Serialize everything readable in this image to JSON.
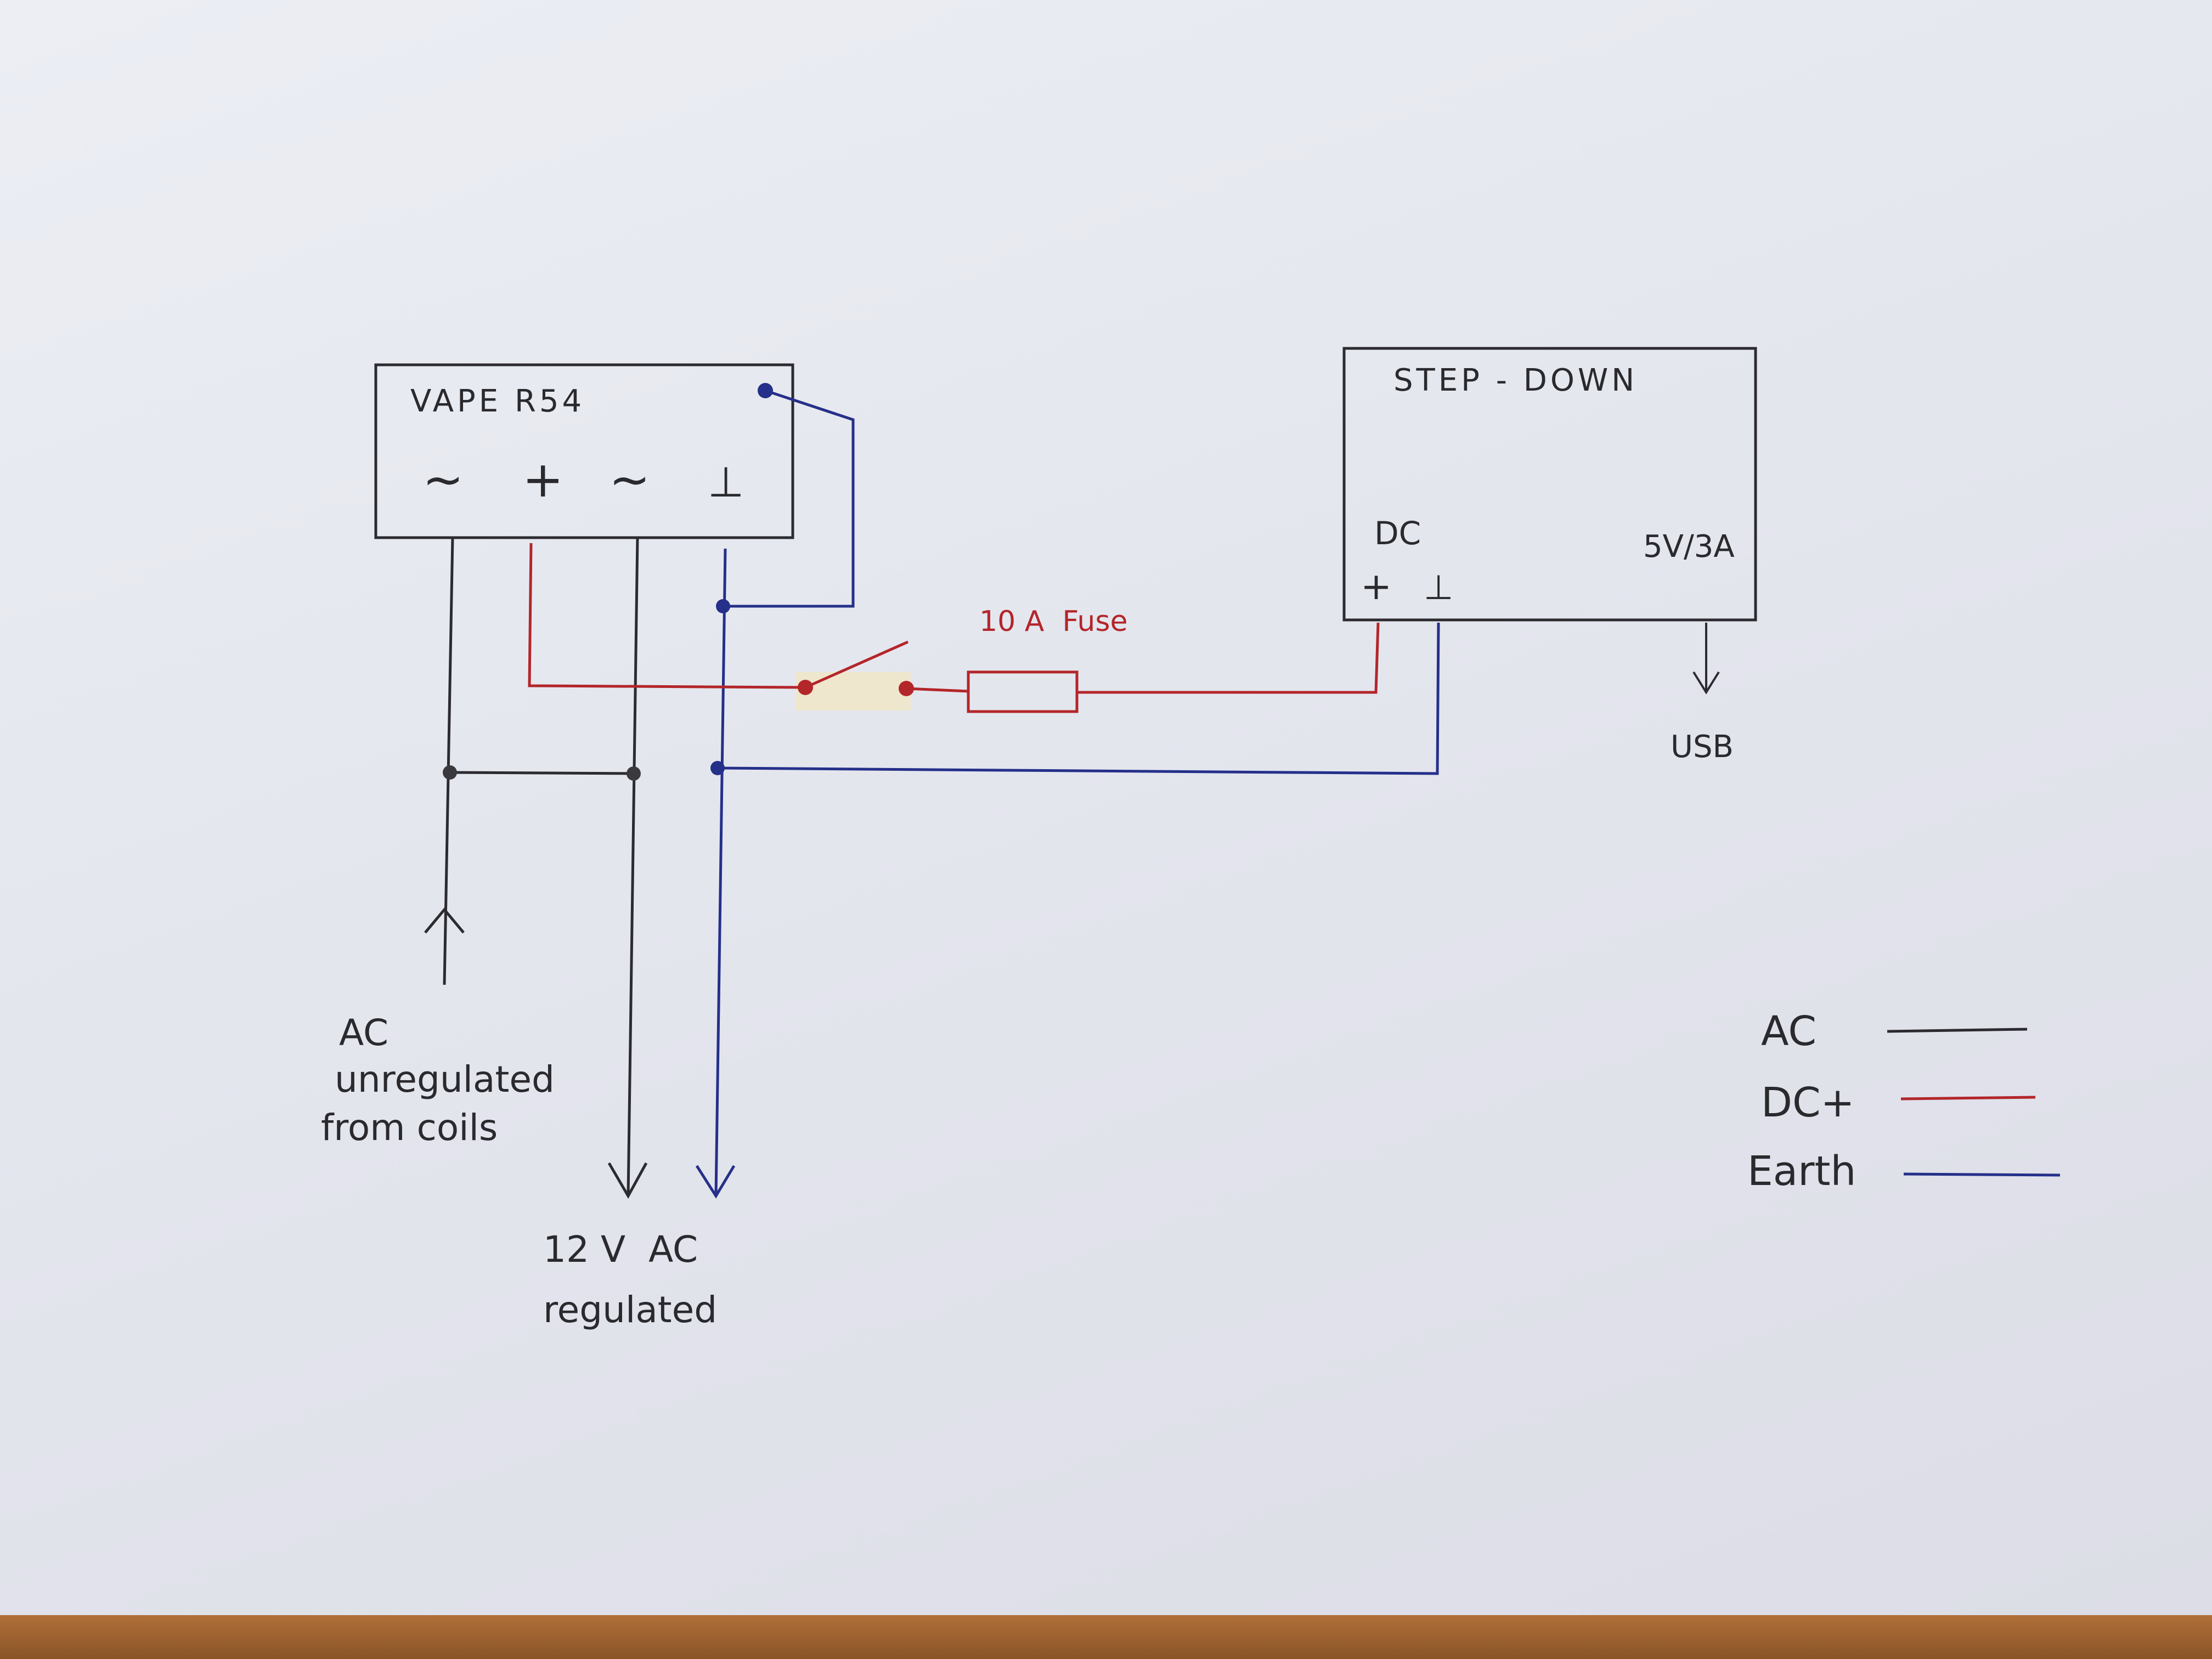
{
  "colors": {
    "ac": "#2b2b30",
    "dc_plus": "#b3262a",
    "earth": "#25308a",
    "paper": "#e8e9f0",
    "tape": "#efe7c9"
  },
  "vape_box": {
    "title": "VAPE R54",
    "terminals": [
      "~",
      "+",
      "~",
      "⊥"
    ]
  },
  "stepdown_box": {
    "title": "STEP - DOWN",
    "input_label": "DC",
    "input_terminals": [
      "+",
      "⊥"
    ],
    "output_label": "5V/3A",
    "output_target": "USB"
  },
  "fuse": {
    "label": "10 A  Fuse"
  },
  "annotations": {
    "ac_input": [
      "AC",
      "unregulated",
      "from coils"
    ],
    "ac_output": [
      "12 V  AC",
      "regulated"
    ]
  },
  "legend": [
    {
      "label": "AC",
      "color_key": "ac"
    },
    {
      "label": "DC+",
      "color_key": "dc_plus"
    },
    {
      "label": "Earth",
      "color_key": "earth"
    }
  ]
}
